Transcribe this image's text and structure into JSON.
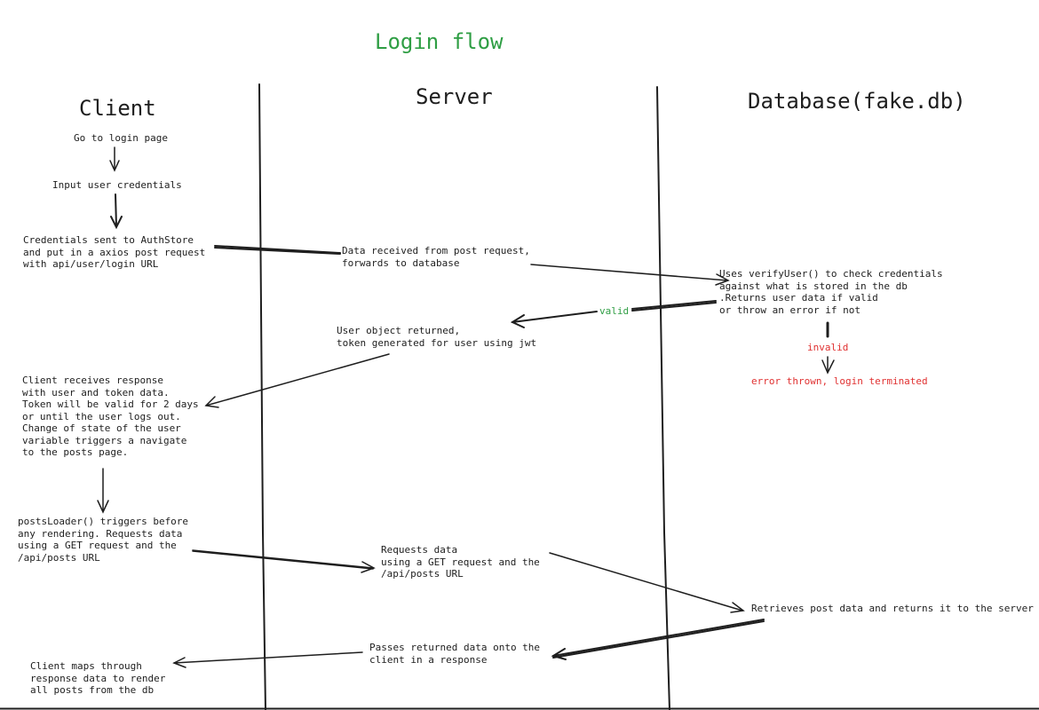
{
  "colors": {
    "ink": "#1e1e1e",
    "accent_green": "#2f9e44",
    "accent_red": "#e03131",
    "background": "#ffffff"
  },
  "title": "Login flow",
  "columns": {
    "client": "Client",
    "server": "Server",
    "database": "Database(fake.db)"
  },
  "steps": {
    "go_to_login": "Go to login page",
    "input_credentials": "Input user credentials",
    "credentials_sent": "Credentials sent to AuthStore\nand put in a axios post request\nwith api/user/login URL",
    "data_received": "Data received from post request,\nforwards to database",
    "verify_user": "Uses verifyUser() to check credentials\nagainst what is stored in the db\n.Returns user data if valid\nor throw an error if not",
    "user_object_returned": "User object returned,\ntoken generated for user using jwt",
    "client_receives": "Client receives response\nwith user and token data.\nToken will be valid for 2 days\nor until the user logs out.\nChange of state of the user\nvariable triggers a navigate\nto the posts page.",
    "posts_loader": "postsLoader() triggers before\nany rendering. Requests data\nusing a GET request and the\n/api/posts URL",
    "server_requests_data": "Requests data\nusing a GET request and the\n/api/posts URL",
    "retrieves_post_data": "Retrieves post data and returns it to the server",
    "passes_returned_data": "Passes returned data onto the\nclient in a response",
    "client_maps": "Client maps through\nresponse data to render\nall posts from the db"
  },
  "labels": {
    "valid": "valid",
    "invalid": "invalid",
    "error": "error thrown, login terminated"
  }
}
